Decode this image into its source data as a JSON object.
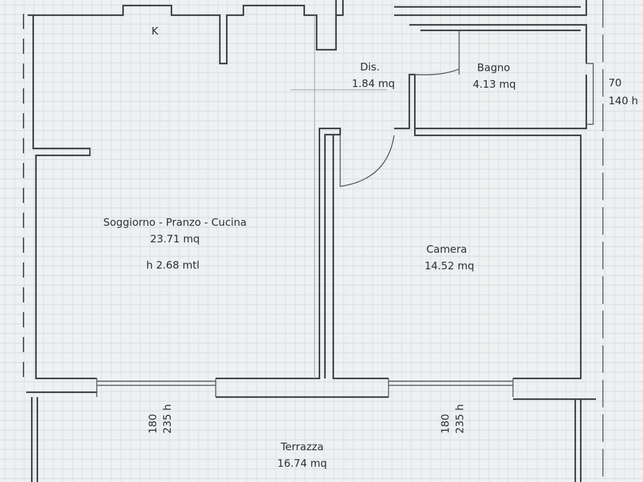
{
  "rooms": {
    "living": {
      "name": "Soggiorno - Pranzo - Cucina",
      "area": "23.71 mq",
      "height": "h 2.68 mtl"
    },
    "hall": {
      "name": "Dis.",
      "area": "1.84 mq"
    },
    "bath": {
      "name": "Bagno",
      "area": "4.13 mq"
    },
    "bedroom": {
      "name": "Camera",
      "area": "14.52 mq"
    },
    "terrace": {
      "name": "Terrazza",
      "area": "16.74 mq"
    }
  },
  "kitchen_mark": "K",
  "window_bath": {
    "width": "70",
    "height": "140 h"
  },
  "window_living": {
    "width": "180",
    "height": "235 h"
  },
  "window_bedroom": {
    "width": "180",
    "height": "235 h"
  }
}
